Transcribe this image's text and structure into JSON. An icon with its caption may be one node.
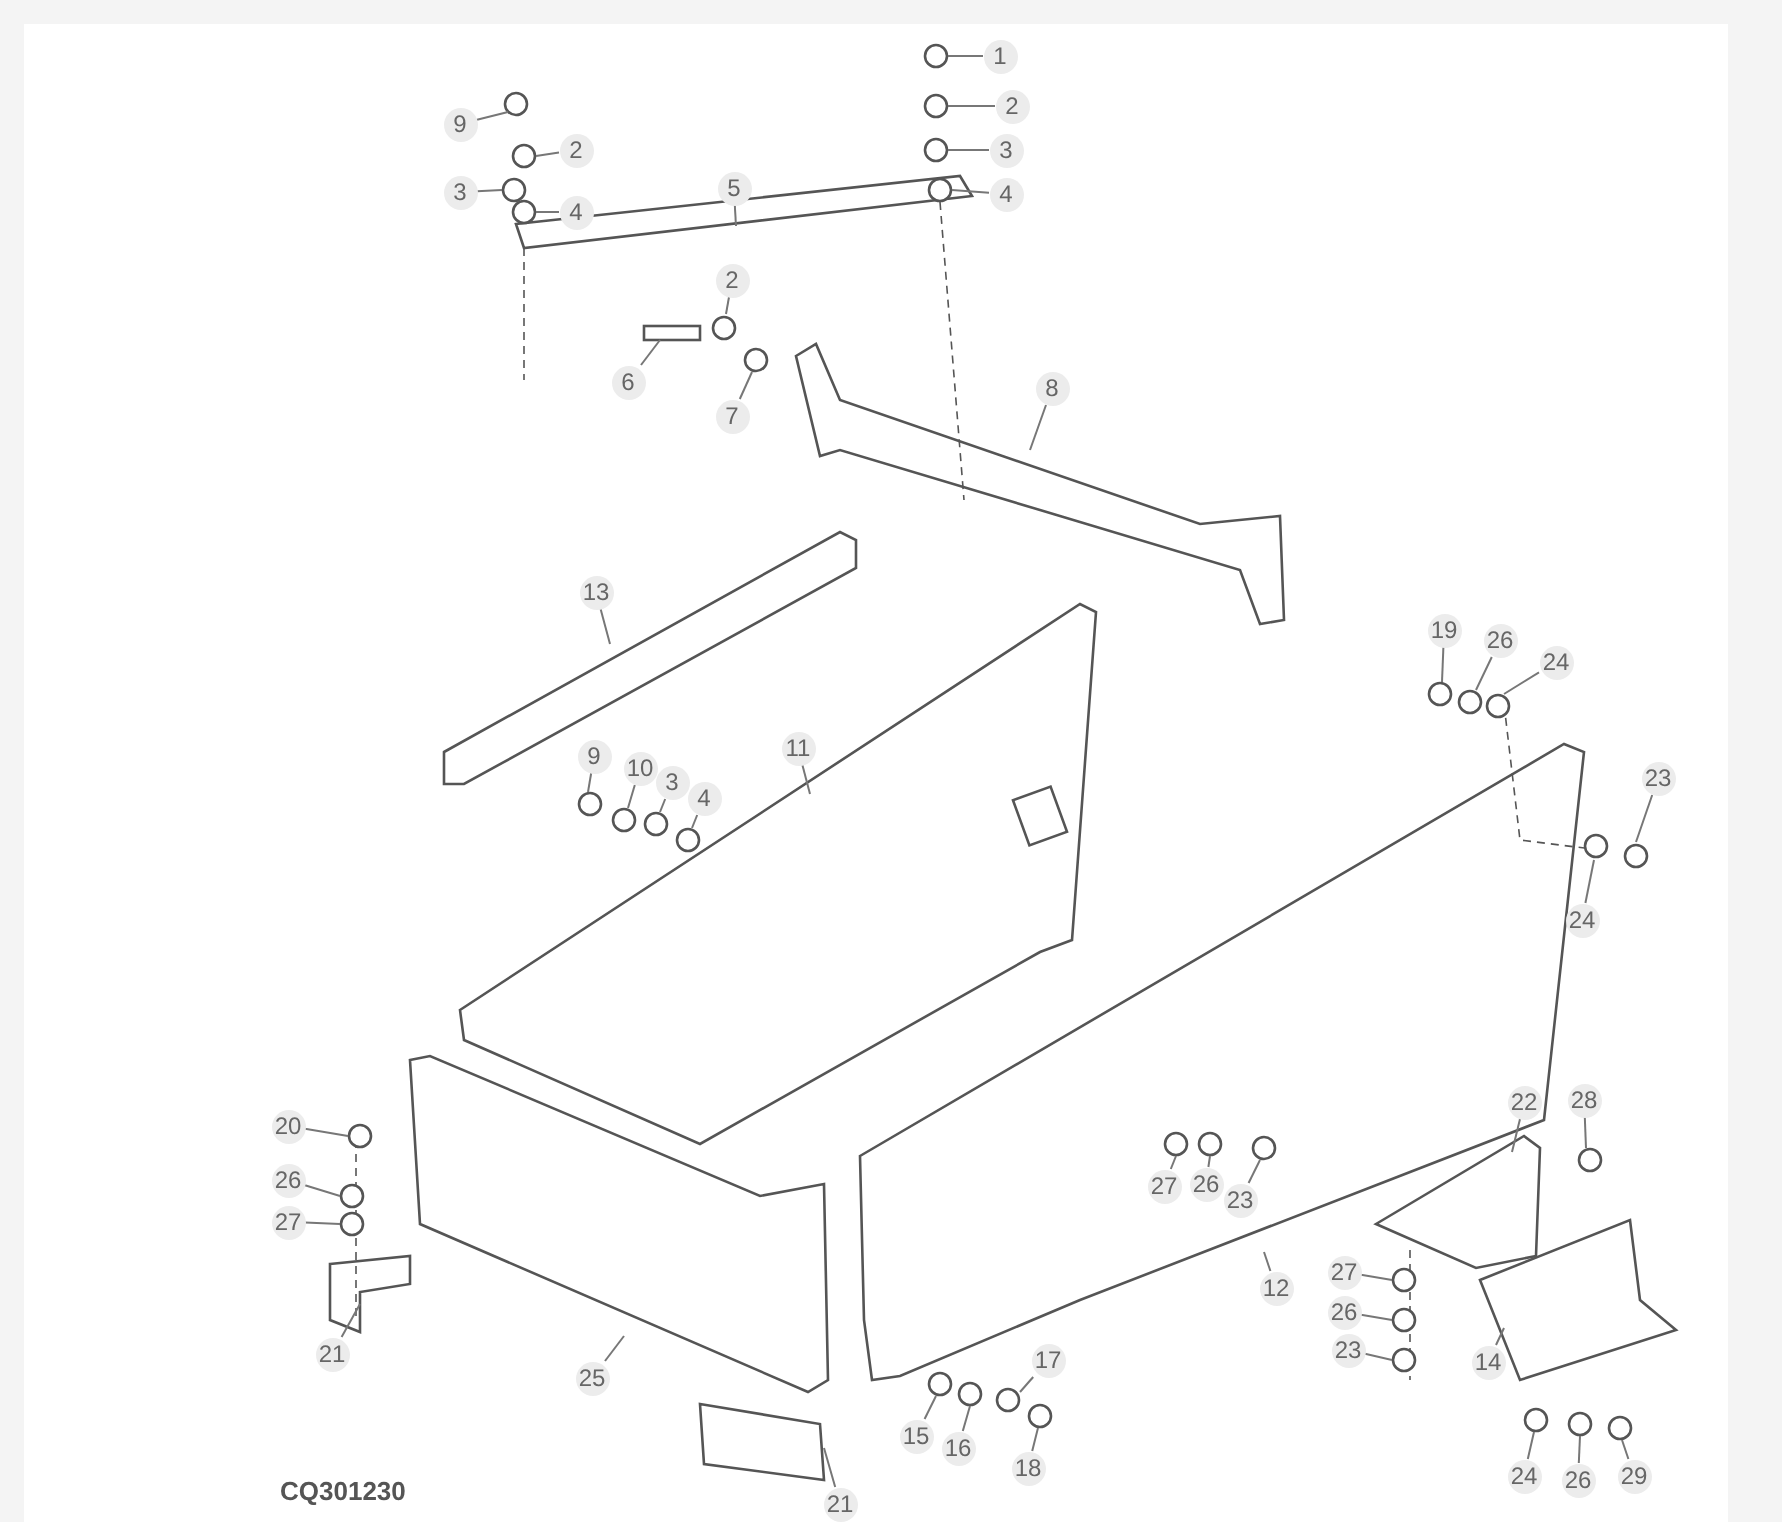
{
  "diagram": {
    "nodes": [
      {
        "text": [
          "9"
        ]
      },
      {
        "text": [
          "2"
        ]
      },
      {
        "text": [
          "3"
        ]
      },
      {
        "text": [
          "4"
        ]
      },
      {
        "text": [
          "1"
        ]
      },
      {
        "text": [
          "2"
        ]
      },
      {
        "text": [
          "3"
        ]
      },
      {
        "text": [
          "4"
        ]
      },
      {
        "text": [
          "5"
        ]
      },
      {
        "text": [
          "2"
        ]
      },
      {
        "text": [
          "6"
        ]
      },
      {
        "text": [
          "7"
        ]
      },
      {
        "text": [
          "8"
        ]
      },
      {
        "text": [
          "13"
        ]
      },
      {
        "text": [
          "9"
        ]
      },
      {
        "text": [
          "10"
        ]
      },
      {
        "text": [
          "3"
        ]
      },
      {
        "text": [
          "4"
        ]
      },
      {
        "text": [
          "11"
        ]
      },
      {
        "text": [
          "19"
        ]
      },
      {
        "text": [
          "26"
        ]
      },
      {
        "text": [
          "24"
        ]
      },
      {
        "text": [
          "23"
        ]
      },
      {
        "text": [
          "24"
        ]
      },
      {
        "text": [
          "20"
        ]
      },
      {
        "text": [
          "26"
        ]
      },
      {
        "text": [
          "27"
        ]
      },
      {
        "text": [
          "21"
        ]
      },
      {
        "text": [
          "25"
        ]
      },
      {
        "text": [
          "21"
        ]
      },
      {
        "text": [
          "27"
        ]
      },
      {
        "text": [
          "26"
        ]
      },
      {
        "text": [
          "23"
        ]
      },
      {
        "text": [
          "12"
        ]
      },
      {
        "text": [
          "22"
        ]
      },
      {
        "text": [
          "28"
        ]
      },
      {
        "text": [
          "27"
        ]
      },
      {
        "text": [
          "26"
        ]
      },
      {
        "text": [
          "23"
        ]
      },
      {
        "text": [
          "14"
        ]
      },
      {
        "text": [
          "15"
        ]
      },
      {
        "text": [
          "16"
        ]
      },
      {
        "text": [
          "17"
        ]
      },
      {
        "text": [
          "18"
        ]
      },
      {
        "text": [
          "24"
        ]
      },
      {
        "text": [
          "26"
        ]
      },
      {
        "text": [
          "29"
        ]
      }
    ],
    "edges": [
      {
        "from": 0,
        "to": null,
        "arrow": "none"
      },
      {
        "from": 1,
        "to": null,
        "arrow": "none"
      },
      {
        "from": 2,
        "to": null,
        "arrow": "none"
      },
      {
        "from": 3,
        "to": null,
        "arrow": "none"
      },
      {
        "from": 4,
        "to": null,
        "arrow": "none"
      },
      {
        "from": 5,
        "to": null,
        "arrow": "none"
      },
      {
        "from": 6,
        "to": null,
        "arrow": "none"
      },
      {
        "from": 7,
        "to": null,
        "arrow": "none"
      },
      {
        "from": 8,
        "to": null,
        "arrow": "none"
      },
      {
        "from": 9,
        "to": null,
        "arrow": "none"
      },
      {
        "from": 10,
        "to": null,
        "arrow": "none"
      },
      {
        "from": 11,
        "to": null,
        "arrow": "none"
      },
      {
        "from": 12,
        "to": null,
        "arrow": "none"
      },
      {
        "from": 13,
        "to": null,
        "arrow": "none"
      },
      {
        "from": 14,
        "to": null,
        "arrow": "none"
      },
      {
        "from": 15,
        "to": null,
        "arrow": "none"
      },
      {
        "from": 16,
        "to": null,
        "arrow": "none"
      },
      {
        "from": 17,
        "to": null,
        "arrow": "none"
      },
      {
        "from": 18,
        "to": null,
        "arrow": "none"
      },
      {
        "from": 19,
        "to": null,
        "arrow": "none"
      },
      {
        "from": 20,
        "to": null,
        "arrow": "none"
      },
      {
        "from": 21,
        "to": null,
        "arrow": "none"
      },
      {
        "from": 22,
        "to": null,
        "arrow": "none"
      },
      {
        "from": 23,
        "to": null,
        "arrow": "none"
      },
      {
        "from": 24,
        "to": null,
        "arrow": "none"
      },
      {
        "from": 25,
        "to": null,
        "arrow": "none"
      },
      {
        "from": 26,
        "to": null,
        "arrow": "none"
      },
      {
        "from": 27,
        "to": null,
        "arrow": "none"
      },
      {
        "from": 28,
        "to": null,
        "arrow": "none"
      },
      {
        "from": 29,
        "to": null,
        "arrow": "none"
      },
      {
        "from": 30,
        "to": null,
        "arrow": "none"
      },
      {
        "from": 31,
        "to": null,
        "arrow": "none"
      },
      {
        "from": 32,
        "to": null,
        "arrow": "none"
      },
      {
        "from": 33,
        "to": null,
        "arrow": "none"
      },
      {
        "from": 34,
        "to": null,
        "arrow": "none"
      },
      {
        "from": 35,
        "to": null,
        "arrow": "none"
      },
      {
        "from": 36,
        "to": null,
        "arrow": "none"
      },
      {
        "from": 37,
        "to": null,
        "arrow": "none"
      },
      {
        "from": 38,
        "to": null,
        "arrow": "none"
      },
      {
        "from": 39,
        "to": null,
        "arrow": "none"
      },
      {
        "from": 40,
        "to": null,
        "arrow": "none"
      },
      {
        "from": 41,
        "to": null,
        "arrow": "none"
      },
      {
        "from": 42,
        "to": null,
        "arrow": "none"
      },
      {
        "from": 43,
        "to": null,
        "arrow": "none"
      },
      {
        "from": 44,
        "to": null,
        "arrow": "none"
      },
      {
        "from": 45,
        "to": null,
        "arrow": "none"
      },
      {
        "from": 46,
        "to": null,
        "arrow": "none"
      }
    ],
    "labels": [
      "CQ301230"
    ]
  }
}
